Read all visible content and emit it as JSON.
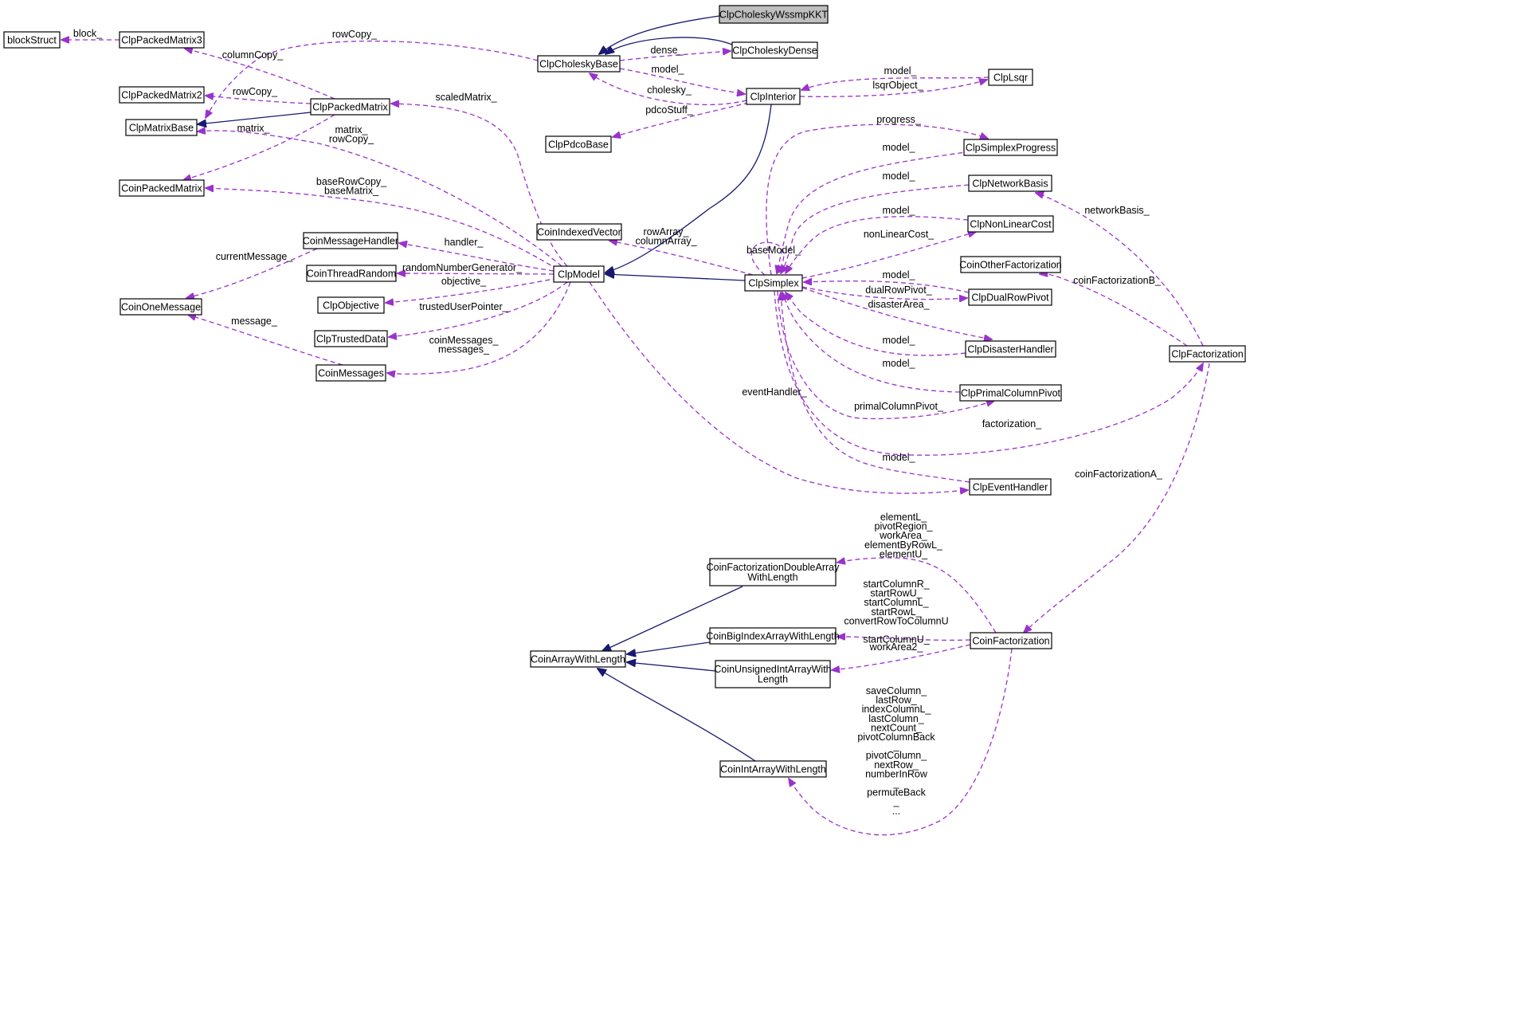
{
  "colors": {
    "inheritance": "#191970",
    "usage": "#9a32cd",
    "root_fill": "#bfbfbf"
  },
  "nodes": [
    {
      "id": "ClpCholeskyWssmpKKT",
      "label": "ClpCholeskyWssmpKKT",
      "root": true
    },
    {
      "id": "ClpCholeskyBase",
      "label": "ClpCholeskyBase"
    },
    {
      "id": "ClpCholeskyDense",
      "label": "ClpCholeskyDense"
    },
    {
      "id": "blockStruct",
      "label": "blockStruct"
    },
    {
      "id": "ClpPackedMatrix3",
      "label": "ClpPackedMatrix3"
    },
    {
      "id": "ClpPackedMatrix2",
      "label": "ClpPackedMatrix2"
    },
    {
      "id": "ClpPackedMatrix",
      "label": "ClpPackedMatrix"
    },
    {
      "id": "ClpMatrixBase",
      "label": "ClpMatrixBase"
    },
    {
      "id": "CoinPackedMatrix",
      "label": "CoinPackedMatrix"
    },
    {
      "id": "CoinMessageHandler",
      "label": "CoinMessageHandler"
    },
    {
      "id": "CoinOneMessage",
      "label": "CoinOneMessage"
    },
    {
      "id": "CoinThreadRandom",
      "label": "CoinThreadRandom"
    },
    {
      "id": "ClpObjective",
      "label": "ClpObjective"
    },
    {
      "id": "ClpTrustedData",
      "label": "ClpTrustedData"
    },
    {
      "id": "CoinMessages",
      "label": "CoinMessages"
    },
    {
      "id": "CoinIndexedVector",
      "label": "CoinIndexedVector"
    },
    {
      "id": "ClpModel",
      "label": "ClpModel"
    },
    {
      "id": "ClpInterior",
      "label": "ClpInterior"
    },
    {
      "id": "ClpLsqr",
      "label": "ClpLsqr"
    },
    {
      "id": "ClpPdcoBase",
      "label": "ClpPdcoBase"
    },
    {
      "id": "ClpSimplexProgress",
      "label": "ClpSimplexProgress"
    },
    {
      "id": "ClpNetworkBasis",
      "label": "ClpNetworkBasis"
    },
    {
      "id": "ClpNonLinearCost",
      "label": "ClpNonLinearCost"
    },
    {
      "id": "ClpSimplex",
      "label": "ClpSimplex"
    },
    {
      "id": "CoinOtherFactorization",
      "label": "CoinOtherFactorization"
    },
    {
      "id": "ClpDualRowPivot",
      "label": "ClpDualRowPivot"
    },
    {
      "id": "ClpDisasterHandler",
      "label": "ClpDisasterHandler"
    },
    {
      "id": "ClpFactorization",
      "label": "ClpFactorization"
    },
    {
      "id": "ClpPrimalColumnPivot",
      "label": "ClpPrimalColumnPivot"
    },
    {
      "id": "ClpEventHandler",
      "label": "ClpEventHandler"
    },
    {
      "id": "CoinFactorizationDoubleArrayWithLength",
      "label": "CoinFactorizationDoubleArray\nWithLength"
    },
    {
      "id": "CoinBigIndexArrayWithLength",
      "label": "CoinBigIndexArrayWithLength"
    },
    {
      "id": "CoinArrayWithLength",
      "label": "CoinArrayWithLength"
    },
    {
      "id": "CoinUnsignedIntArrayWithLength",
      "label": "CoinUnsignedIntArrayWith\nLength"
    },
    {
      "id": "CoinFactorization",
      "label": "CoinFactorization"
    },
    {
      "id": "CoinIntArrayWithLength",
      "label": "CoinIntArrayWithLength"
    }
  ],
  "edges": [
    {
      "from": "ClpCholeskyWssmpKKT",
      "to": "ClpCholeskyBase",
      "kind": "inheritance",
      "label": ""
    },
    {
      "from": "ClpCholeskyDense",
      "to": "ClpCholeskyBase",
      "kind": "inheritance",
      "label": ""
    },
    {
      "from": "ClpPackedMatrix",
      "to": "ClpMatrixBase",
      "kind": "inheritance",
      "label": ""
    },
    {
      "from": "ClpInterior",
      "to": "ClpModel",
      "kind": "inheritance",
      "label": ""
    },
    {
      "from": "ClpSimplex",
      "to": "ClpModel",
      "kind": "inheritance",
      "label": ""
    },
    {
      "from": "CoinFactorizationDoubleArrayWithLength",
      "to": "CoinArrayWithLength",
      "kind": "inheritance",
      "label": ""
    },
    {
      "from": "CoinBigIndexArrayWithLength",
      "to": "CoinArrayWithLength",
      "kind": "inheritance",
      "label": ""
    },
    {
      "from": "CoinUnsignedIntArrayWithLength",
      "to": "CoinArrayWithLength",
      "kind": "inheritance",
      "label": ""
    },
    {
      "from": "CoinIntArrayWithLength",
      "to": "CoinArrayWithLength",
      "kind": "inheritance",
      "label": ""
    },
    {
      "from": "ClpCholeskyBase",
      "to": "ClpCholeskyDense",
      "kind": "usage",
      "label": "dense_"
    },
    {
      "from": "ClpCholeskyBase",
      "to": "ClpMatrixBase",
      "kind": "usage",
      "label": "rowCopy_"
    },
    {
      "from": "ClpCholeskyBase",
      "to": "ClpInterior",
      "kind": "usage",
      "label": "model_"
    },
    {
      "from": "ClpInterior",
      "to": "ClpCholeskyBase",
      "kind": "usage",
      "label": "cholesky_"
    },
    {
      "from": "ClpInterior",
      "to": "ClpLsqr",
      "kind": "usage",
      "label": "lsqrObject_"
    },
    {
      "from": "ClpLsqr",
      "to": "ClpInterior",
      "kind": "usage",
      "label": "model_"
    },
    {
      "from": "ClpInterior",
      "to": "ClpPdcoBase",
      "kind": "usage",
      "label": "pdcoStuff_"
    },
    {
      "from": "ClpPackedMatrix3",
      "to": "blockStruct",
      "kind": "usage",
      "label": "block_"
    },
    {
      "from": "ClpPackedMatrix",
      "to": "ClpPackedMatrix3",
      "kind": "usage",
      "label": "columnCopy_"
    },
    {
      "from": "ClpPackedMatrix",
      "to": "ClpPackedMatrix2",
      "kind": "usage",
      "label": "rowCopy_"
    },
    {
      "from": "ClpPackedMatrix",
      "to": "CoinPackedMatrix",
      "kind": "usage",
      "label": "matrix_"
    },
    {
      "from": "ClpModel",
      "to": "ClpPackedMatrix",
      "kind": "usage",
      "label": "scaledMatrix_"
    },
    {
      "from": "ClpModel",
      "to": "ClpMatrixBase",
      "kind": "usage",
      "label": "matrix_\nrowCopy_"
    },
    {
      "from": "ClpModel",
      "to": "CoinPackedMatrix",
      "kind": "usage",
      "label": "baseRowCopy_\nbaseMatrix_"
    },
    {
      "from": "ClpModel",
      "to": "CoinMessageHandler",
      "kind": "usage",
      "label": "handler_"
    },
    {
      "from": "CoinMessageHandler",
      "to": "CoinOneMessage",
      "kind": "usage",
      "label": "currentMessage_"
    },
    {
      "from": "ClpModel",
      "to": "CoinThreadRandom",
      "kind": "usage",
      "label": "randomNumberGenerator_"
    },
    {
      "from": "ClpModel",
      "to": "ClpObjective",
      "kind": "usage",
      "label": "objective_"
    },
    {
      "from": "ClpModel",
      "to": "ClpTrustedData",
      "kind": "usage",
      "label": "trustedUserPointer_"
    },
    {
      "from": "ClpModel",
      "to": "CoinMessages",
      "kind": "usage",
      "label": "coinMessages_\nmessages_"
    },
    {
      "from": "CoinMessages",
      "to": "CoinOneMessage",
      "kind": "usage",
      "label": "message_"
    },
    {
      "from": "ClpSimplex",
      "to": "CoinIndexedVector",
      "kind": "usage",
      "label": "rowArray_\ncolumnArray_"
    },
    {
      "from": "ClpModel",
      "to": "ClpEventHandler",
      "kind": "usage",
      "label": "eventHandler_"
    },
    {
      "from": "ClpSimplexProgress",
      "to": "ClpSimplex",
      "kind": "usage",
      "label": "model_"
    },
    {
      "from": "ClpSimplex",
      "to": "ClpSimplexProgress",
      "kind": "usage",
      "label": "progress_"
    },
    {
      "from": "ClpNetworkBasis",
      "to": "ClpSimplex",
      "kind": "usage",
      "label": "model_"
    },
    {
      "from": "ClpNonLinearCost",
      "to": "ClpSimplex",
      "kind": "usage",
      "label": "model_"
    },
    {
      "from": "ClpSimplex",
      "to": "ClpNonLinearCost",
      "kind": "usage",
      "label": "nonLinearCost_"
    },
    {
      "from": "ClpSimplex",
      "to": "ClpSimplex",
      "kind": "usage",
      "label": "baseModel_"
    },
    {
      "from": "ClpDualRowPivot",
      "to": "ClpSimplex",
      "kind": "usage",
      "label": "model_"
    },
    {
      "from": "ClpSimplex",
      "to": "ClpDualRowPivot",
      "kind": "usage",
      "label": "dualRowPivot_"
    },
    {
      "from": "ClpSimplex",
      "to": "ClpDisasterHandler",
      "kind": "usage",
      "label": "disasterArea_"
    },
    {
      "from": "ClpDisasterHandler",
      "to": "ClpSimplex",
      "kind": "usage",
      "label": "model_"
    },
    {
      "from": "ClpPrimalColumnPivot",
      "to": "ClpSimplex",
      "kind": "usage",
      "label": "model_"
    },
    {
      "from": "ClpSimplex",
      "to": "ClpPrimalColumnPivot",
      "kind": "usage",
      "label": "primalColumnPivot_"
    },
    {
      "from": "ClpSimplex",
      "to": "ClpFactorization",
      "kind": "usage",
      "label": "factorization_"
    },
    {
      "from": "ClpEventHandler",
      "to": "ClpSimplex",
      "kind": "usage",
      "label": "model_"
    },
    {
      "from": "ClpFactorization",
      "to": "ClpNetworkBasis",
      "kind": "usage",
      "label": "networkBasis_"
    },
    {
      "from": "ClpFactorization",
      "to": "CoinOtherFactorization",
      "kind": "usage",
      "label": "coinFactorizationB_"
    },
    {
      "from": "ClpFactorization",
      "to": "CoinFactorization",
      "kind": "usage",
      "label": "coinFactorizationA_"
    },
    {
      "from": "CoinFactorization",
      "to": "CoinFactorizationDoubleArrayWithLength",
      "kind": "usage",
      "label": "elementL_\npivotRegion_\nworkArea_\nelementByRowL_\nelementU_"
    },
    {
      "from": "CoinFactorization",
      "to": "CoinBigIndexArrayWithLength",
      "kind": "usage",
      "label": "startColumnR_\nstartRowU_\nstartColumnL_\nstartRowL_\nconvertRowToColumnU\n\nstartColumnU_"
    },
    {
      "from": "CoinFactorization",
      "to": "CoinUnsignedIntArrayWithLength",
      "kind": "usage",
      "label": "workArea2_"
    },
    {
      "from": "CoinFactorization",
      "to": "CoinIntArrayWithLength",
      "kind": "usage",
      "label": "saveColumn_\nlastRow_\nindexColumnL_\nlastColumn_\nnextCount_\npivotColumnBack\n_\npivotColumn_\nnextRow_\nnumberInRow\n_\npermuteBack\n_\n..."
    }
  ]
}
